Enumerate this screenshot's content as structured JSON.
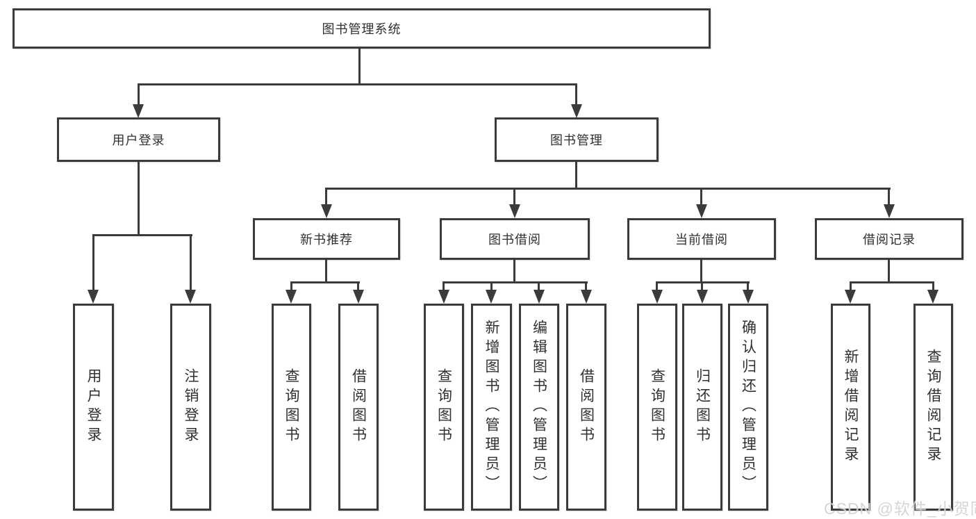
{
  "diagram": {
    "root": {
      "label": "图书管理系统"
    },
    "branches": [
      {
        "label": "用户登录",
        "children": [
          {
            "label": "用户登录"
          },
          {
            "label": "注销登录"
          }
        ]
      },
      {
        "label": "图书管理",
        "children": [
          {
            "label": "新书推荐",
            "children": [
              {
                "label": "查询图书"
              },
              {
                "label": "借阅图书"
              }
            ]
          },
          {
            "label": "图书借阅",
            "children": [
              {
                "label": "查询图书"
              },
              {
                "label": "新增图书（管理员）"
              },
              {
                "label": "编辑图书（管理员）"
              },
              {
                "label": "借阅图书"
              }
            ]
          },
          {
            "label": "当前借阅",
            "children": [
              {
                "label": "查询图书"
              },
              {
                "label": "归还图书"
              },
              {
                "label": "确认归还（管理员）"
              }
            ]
          },
          {
            "label": "借阅记录",
            "children": [
              {
                "label": "新增借阅记录"
              },
              {
                "label": "查询借阅记录"
              }
            ]
          }
        ]
      }
    ]
  },
  "watermark": {
    "text": "CSDN @软件_小贺同学"
  },
  "colors": {
    "line": "#3b3b3b",
    "text": "#303030",
    "background": "#ffffff",
    "watermark": "#d2d2d2"
  }
}
